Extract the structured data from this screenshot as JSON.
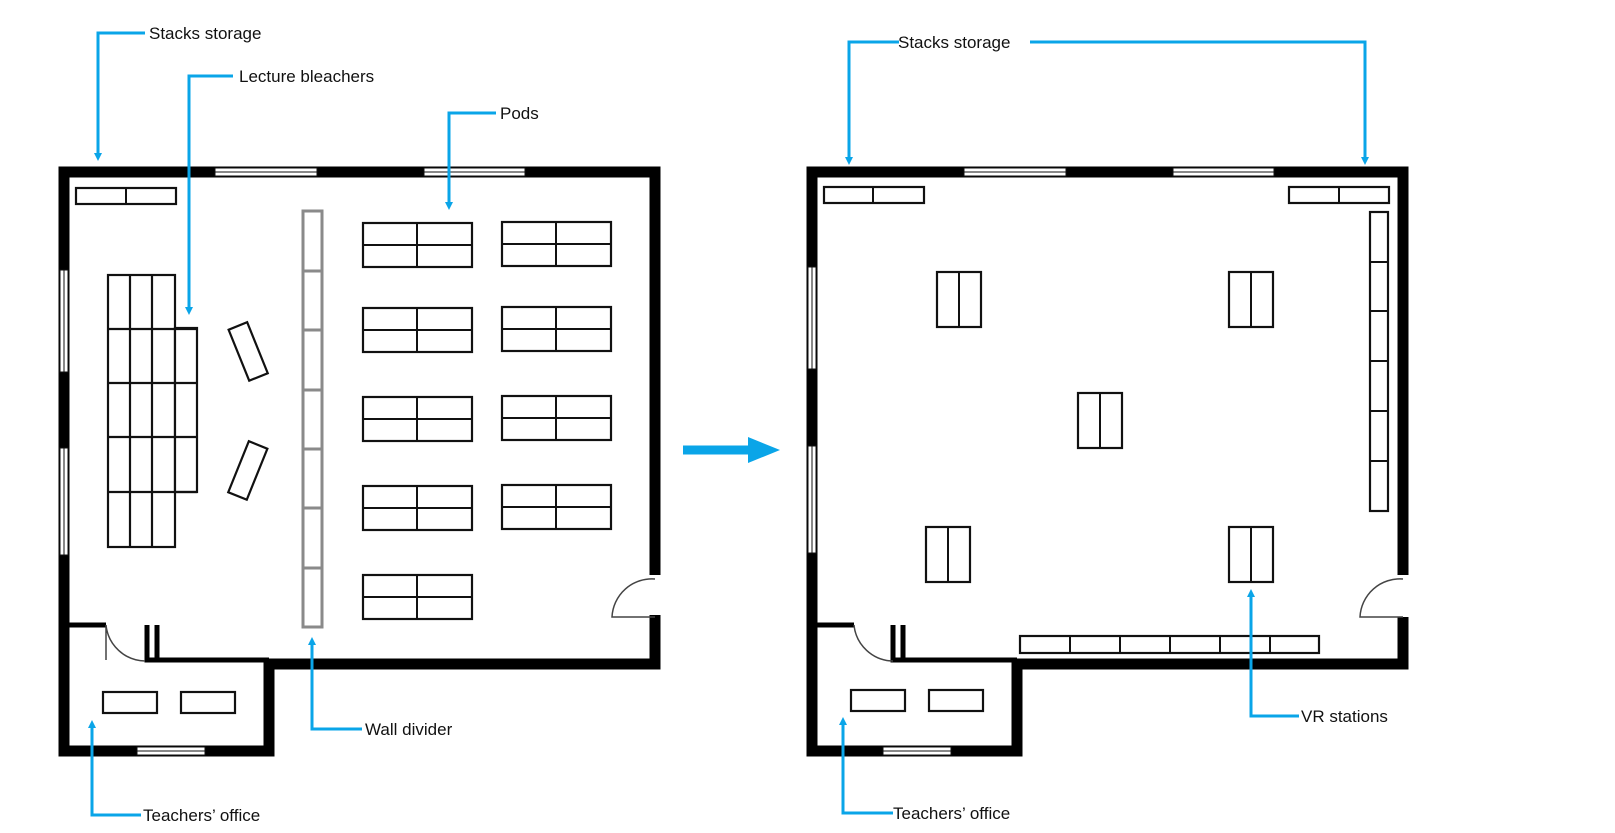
{
  "colors": {
    "accent": "#0aa5e8",
    "wall": "#000000",
    "furniture_stroke": "#111111",
    "divider_stroke": "#8a8a8a"
  },
  "labels": {
    "left": {
      "stacks_storage": "Stacks storage",
      "lecture_bleachers": "Lecture bleachers",
      "pods": "Pods",
      "wall_divider": "Wall divider",
      "teachers_office": "Teachers’ office"
    },
    "right": {
      "stacks_storage": "Stacks storage",
      "vr_stations": "VR stations",
      "teachers_office": "Teachers’ office"
    }
  },
  "icons": {
    "transition_arrow": "arrow-right-icon"
  }
}
